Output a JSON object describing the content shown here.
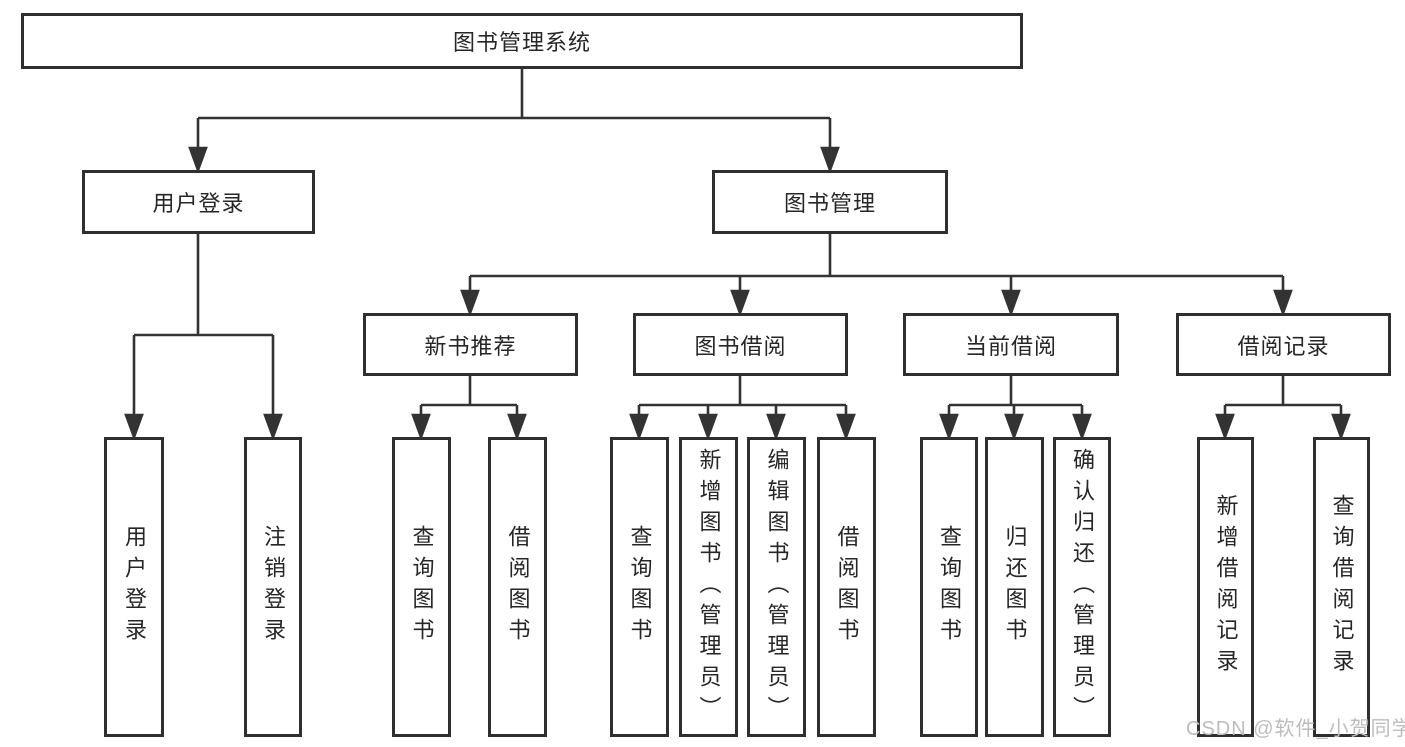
{
  "tree": {
    "root": {
      "label": "图书管理系统"
    },
    "user_login": {
      "label": "用户登录",
      "children": [
        "用户登录",
        "注销登录"
      ]
    },
    "book_mgmt": {
      "label": "图书管理",
      "sections": {
        "new_books": {
          "label": "新书推荐",
          "children": [
            "查询图书",
            "借阅图书"
          ]
        },
        "borrowing": {
          "label": "图书借阅",
          "children": [
            "查询图书",
            "新增图书（管理员）",
            "编辑图书（管理员）",
            "借阅图书"
          ]
        },
        "current": {
          "label": "当前借阅",
          "children": [
            "查询图书",
            "归还图书",
            "确认归还（管理员）"
          ]
        },
        "records": {
          "label": "借阅记录",
          "children": [
            "新增借阅记录",
            "查询借阅记录"
          ]
        }
      }
    }
  },
  "watermark": "CSDN @软件_小贺同学",
  "colors": {
    "line": "#333333",
    "box_border": "#2f2f2f",
    "text": "#262626",
    "watermark": "#bdbdbd",
    "background": "#ffffff"
  }
}
